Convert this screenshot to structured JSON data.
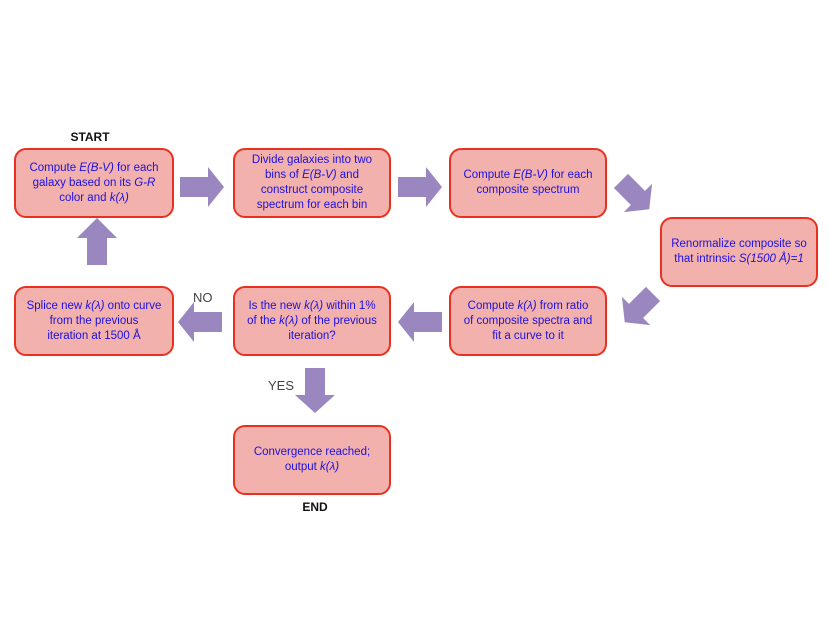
{
  "labels": {
    "start": "START",
    "end": "END",
    "no": "NO",
    "yes": "YES"
  },
  "colors": {
    "box_fill": "#f2b1ad",
    "box_border": "#e8321f",
    "box_text": "#1d10e0",
    "arrow": "#9b87c0"
  },
  "boxes": {
    "compute_ebv_galaxy": {
      "line1": [
        "Compute ",
        "E(B-V)",
        " for each"
      ],
      "line2": [
        "galaxy based on its ",
        "G-R",
        ""
      ],
      "line3": [
        "color and ",
        "k(λ)",
        ""
      ]
    },
    "divide_galaxies": {
      "line1": [
        "Divide galaxies into two",
        "",
        ""
      ],
      "line2": [
        "bins of ",
        "E(B-V)",
        " and"
      ],
      "line3": [
        "construct composite",
        "",
        ""
      ],
      "line4": [
        "spectrum for each bin",
        "",
        ""
      ]
    },
    "compute_ebv_composite": {
      "line1": [
        "Compute ",
        "E(B-V)",
        " for each"
      ],
      "line2": [
        "composite spectrum",
        "",
        ""
      ]
    },
    "renormalize": {
      "line1": [
        "Renormalize composite so",
        "",
        ""
      ],
      "line2": [
        "that intrinsic ",
        "S(1500 Å)=1",
        ""
      ]
    },
    "compute_k_ratio": {
      "line1": [
        "Compute ",
        "k(λ)",
        " from ratio"
      ],
      "line2": [
        "of composite spectra and",
        "",
        ""
      ],
      "line3": [
        "fit a curve to it",
        "",
        ""
      ]
    },
    "check_k": {
      "line1": [
        "Is the new ",
        "k(λ)",
        " within 1%"
      ],
      "line2": [
        "of the ",
        "k(λ)",
        " of the previous"
      ],
      "line3": [
        "iteration?",
        "",
        ""
      ]
    },
    "splice_k": {
      "line1": [
        "Splice new ",
        "k(λ)",
        " onto curve"
      ],
      "line2": [
        "from the previous",
        "",
        ""
      ],
      "line3": [
        "iteration at 1500 Å",
        "",
        ""
      ]
    },
    "convergence": {
      "line1": [
        "Convergence reached;",
        "",
        ""
      ],
      "line2": [
        "output ",
        "k(λ)",
        ""
      ]
    }
  }
}
